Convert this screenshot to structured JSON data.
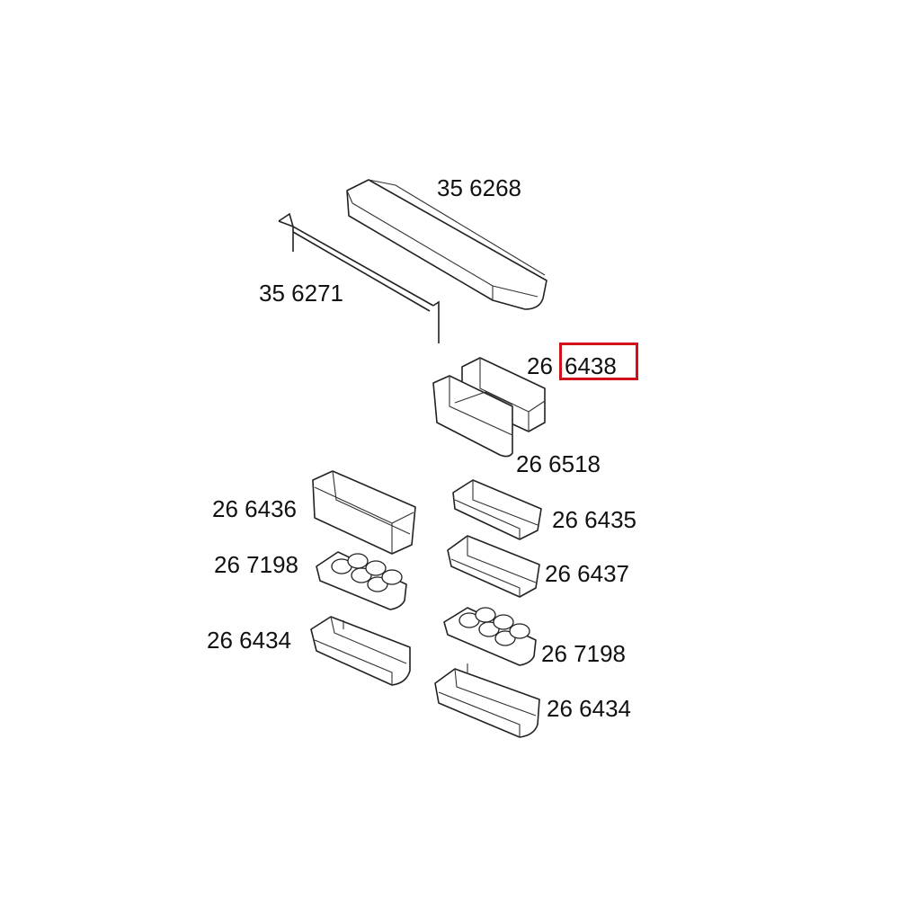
{
  "labels": {
    "l1": "35 6268",
    "l2": "35 6271",
    "l3_prefix": "26",
    "l3_highlight": "6438",
    "l4": "26 6518",
    "l5": "26 6436",
    "l6": "26 6435",
    "l7": "26 7198",
    "l8": "26 6437",
    "l9": "26 6434",
    "l10": "26 7198",
    "l11": "26 6434"
  },
  "colors": {
    "highlight": "#d0111a",
    "line": "#222222"
  }
}
